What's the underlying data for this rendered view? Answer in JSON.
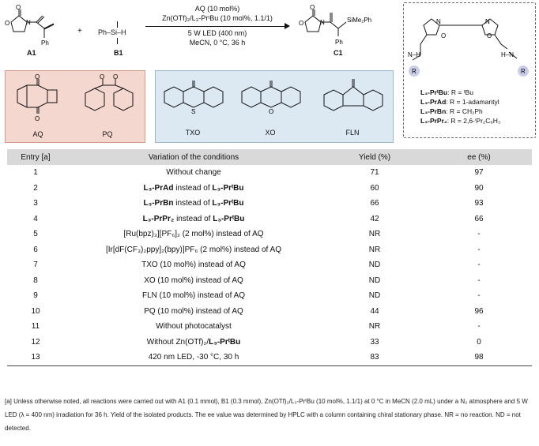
{
  "scheme": {
    "reactant_a_label": "A1",
    "reactant_b_label": "B1",
    "product_label": "C1",
    "plus": "+",
    "cond_line1": "AQ (10 mol%)",
    "cond_line2": "Zn(OTf)₂/L₃-PrᵗBu (10 mol%, 1.1/1)",
    "cond_line3": "5 W LED (400 nm)",
    "cond_line4": "MeCN, 0 °C, 36 h",
    "a1_o": "O",
    "a1_n": "N",
    "a1_ph": "Ph",
    "b1_formula": "Ph–Si–H",
    "c1_si": "SiMe₂Ph",
    "c1_ph": "Ph"
  },
  "ligand": {
    "nh_left": "N–H",
    "nh_right": "H–N",
    "r": "R",
    "legend": [
      {
        "name": "L₃-PrᵗBu",
        "value": ": R = ᵗBu"
      },
      {
        "name": "L₃-PrAd",
        "value": ": R = 1-adamantyl"
      },
      {
        "name": "L₃-PrBn",
        "value": ": R = CH₂Ph"
      },
      {
        "name": "L₃-PrPr₂",
        "value": ": R = 2,6-ⁱPr₂C₆H₃"
      }
    ]
  },
  "photocatalysts": {
    "aq": "AQ",
    "pq": "PQ",
    "txo": "TXO",
    "xo": "XO",
    "fln": "FLN"
  },
  "table": {
    "headers": [
      "Entry [a]",
      "Variation of the conditions",
      "Yield (%)",
      "ee (%)"
    ],
    "rows": [
      {
        "entry": "1",
        "pre": "Without change",
        "b1": "",
        "mid": "",
        "b2": "",
        "post": "",
        "yield": "71",
        "ee": "97"
      },
      {
        "entry": "2",
        "pre": "",
        "b1": "L₃-PrAd",
        "mid": " instead of ",
        "b2": "L₃-PrᵗBu",
        "post": "",
        "yield": "60",
        "ee": "90"
      },
      {
        "entry": "3",
        "pre": "",
        "b1": "L₃-PrBn",
        "mid": " instead of ",
        "b2": "L₃-PrᵗBu",
        "post": "",
        "yield": "66",
        "ee": "93"
      },
      {
        "entry": "4",
        "pre": "",
        "b1": "L₃-PrPr₂",
        "mid": " instead of ",
        "b2": "L₃-PrᵗBu",
        "post": "",
        "yield": "42",
        "ee": "66"
      },
      {
        "entry": "5",
        "pre": "[Ru(bpz)₃][PF₆]₂ (2 mol%) instead of AQ",
        "b1": "",
        "mid": "",
        "b2": "",
        "post": "",
        "yield": "NR",
        "ee": "-"
      },
      {
        "entry": "6",
        "pre": "[Ir[dF(CF₃)₂ppy]₂(bpy)]PF₆ (2 mol%) instead of AQ",
        "b1": "",
        "mid": "",
        "b2": "",
        "post": "",
        "yield": "NR",
        "ee": "-"
      },
      {
        "entry": "7",
        "pre": "TXO (10 mol%) instead of AQ",
        "b1": "",
        "mid": "",
        "b2": "",
        "post": "",
        "yield": "ND",
        "ee": "-"
      },
      {
        "entry": "8",
        "pre": "XO (10 mol%) instead of AQ",
        "b1": "",
        "mid": "",
        "b2": "",
        "post": "",
        "yield": "ND",
        "ee": "-"
      },
      {
        "entry": "9",
        "pre": "FLN (10 mol%) instead of AQ",
        "b1": "",
        "mid": "",
        "b2": "",
        "post": "",
        "yield": "ND",
        "ee": "-"
      },
      {
        "entry": "10",
        "pre": "PQ (10 mol%) instead of AQ",
        "b1": "",
        "mid": "",
        "b2": "",
        "post": "",
        "yield": "44",
        "ee": "96"
      },
      {
        "entry": "11",
        "pre": "Without photocatalyst",
        "b1": "",
        "mid": "",
        "b2": "",
        "post": "",
        "yield": "NR",
        "ee": "-"
      },
      {
        "entry": "12",
        "pre": "Without Zn(OTf)₂/",
        "b1": "",
        "mid": "",
        "b2": "L₃-PrᵗBu",
        "post": "",
        "yield": "33",
        "ee": "0"
      },
      {
        "entry": "13",
        "pre": "420 nm LED, -30 °C, 30 h",
        "b1": "",
        "mid": "",
        "b2": "",
        "post": "",
        "yield": "83",
        "ee": "98"
      }
    ]
  },
  "footnote": "[a] Unless otherwise noted, all reactions were carried out with A1 (0.1 mmol), B1 (0.3 mmol), Zn(OTf)₂/L₃-PrᵗBu (10 mol%, 1.1/1) at 0 °C in MeCN (2.0 mL) under a N₂ atmosphere and 5 W LED (λ = 400 nm) irradiation for 36 h. Yield of the isolated products. The ee value was determined by HPLC with a column containing chiral stationary phase. NR = no reaction. ND = not detected."
}
